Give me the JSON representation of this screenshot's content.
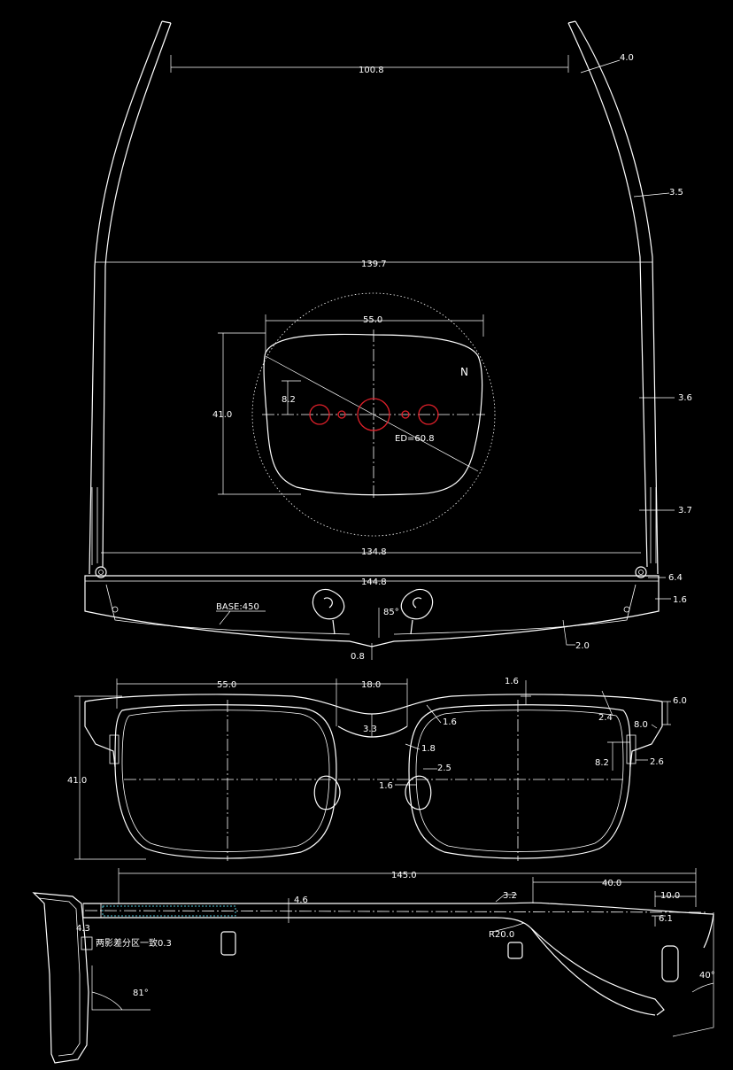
{
  "colors": {
    "background": "#000000",
    "line": "#ffffff",
    "lens_mark": "#e0202a",
    "temple_texture": "#4fc3d6"
  },
  "top_view": {
    "temple_inner_span": "100.8",
    "temple_tip_width": "4.0",
    "temple_mid_width": "3.5",
    "overall_span": "139.7",
    "temple_width_upper": "3.6",
    "temple_width_lower": "3.7",
    "hinge_span": "134.8",
    "front_width": "144.8",
    "hinge_thickness": "6.4",
    "end_thickness": "1.6",
    "base_curve": "BASE:450",
    "pad_angle": "85°",
    "bridge_offset": "0.8",
    "front_thickness": "2.0"
  },
  "lens_detail": {
    "lens_width": "55.0",
    "lens_height": "41.0",
    "pd_offset": "8.2",
    "effective_diameter": "ED=60.8",
    "nasal_mark": "N"
  },
  "front_view": {
    "lens_width": "55.0",
    "bridge_width": "18.0",
    "lens_height": "41.0",
    "rim_top": "1.6",
    "rim_side": "1.6",
    "bridge_height": "3.3",
    "pad_arm": "1.8",
    "pad_offset": "2.5",
    "pad_width": "1.6",
    "endpiece_height": "6.0",
    "endpiece_depth": "8.0",
    "rim_corner": "2.4",
    "hinge_drop": "8.2",
    "hinge_width": "2.6"
  },
  "side_view": {
    "temple_length": "145.0",
    "tip_length": "40.0",
    "tip_end": "10.0",
    "temple_step": "3.2",
    "temple_height": "4.6",
    "bend_radius": "R20.0",
    "tip_thickness": "6.1",
    "hinge_offset": "4.3",
    "tolerance_note": "两影差分区一致0.3",
    "front_angle": "81°",
    "tip_angle": "40°"
  }
}
